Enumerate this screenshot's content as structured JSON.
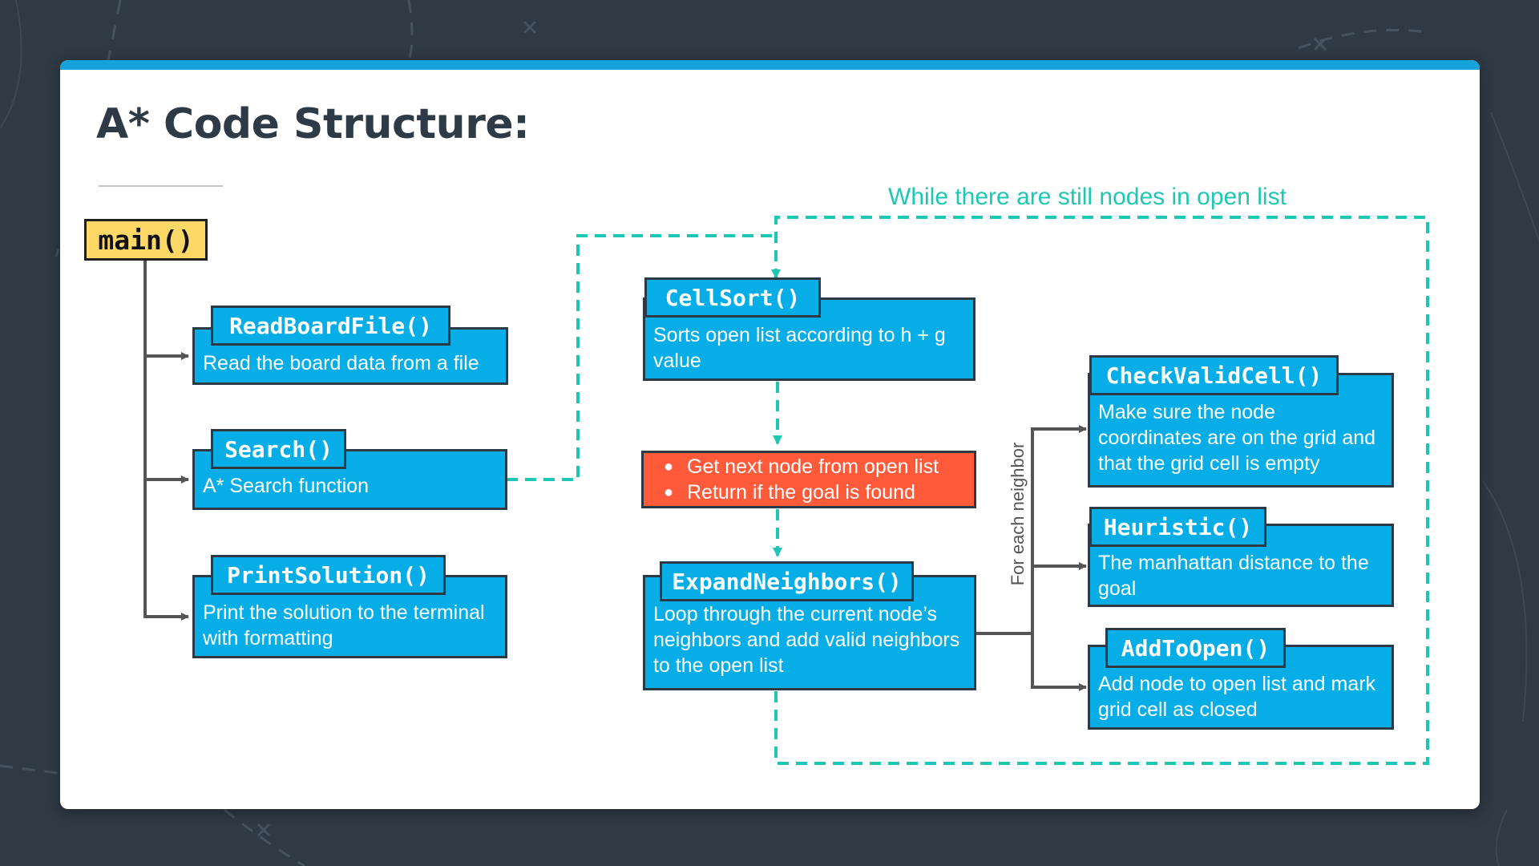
{
  "slide": {
    "title": "A* Code Structure:"
  },
  "diagram": {
    "main": "main()",
    "loop_label": "While there are still nodes in open list",
    "neighbor_label": "For each neighbor",
    "read_board": {
      "name": "ReadBoardFile()",
      "desc": "Read the board data from a file"
    },
    "search": {
      "name": "Search()",
      "desc": "A* Search function"
    },
    "print_solution": {
      "name": "PrintSolution()",
      "desc": "Print the solution to the terminal with formatting"
    },
    "cell_sort": {
      "name": "CellSort()",
      "desc": "Sorts open list according to h + g value"
    },
    "next_node": {
      "items": [
        "Get next node from open list",
        "Return if the goal is found"
      ]
    },
    "expand_neighbors": {
      "name": "ExpandNeighbors()",
      "desc": "Loop through the current node’s neighbors and add valid neighbors to the open list"
    },
    "check_valid_cell": {
      "name": "CheckValidCell()",
      "desc": "Make sure the node coordinates are on the grid and that the grid cell is empty"
    },
    "heuristic": {
      "name": "Heuristic()",
      "desc": "The manhattan distance to the goal"
    },
    "add_to_open": {
      "name": "AddToOpen()",
      "desc": "Add node to open list and mark grid cell as closed"
    }
  },
  "colors": {
    "background": "#2f3a45",
    "accent_bar": "#16a3da",
    "function_box": "#06ade6",
    "main_box": "#fdd866",
    "step_box": "#ff5a3a",
    "loop_line": "#1ec7b3"
  }
}
